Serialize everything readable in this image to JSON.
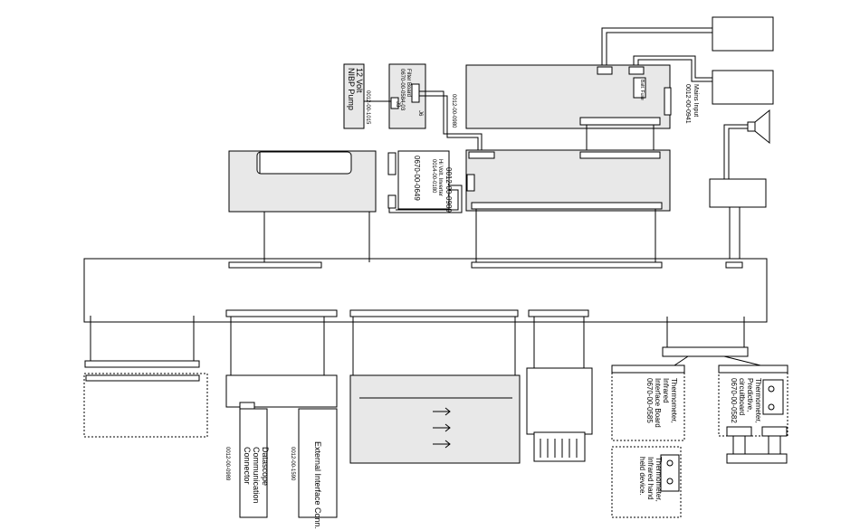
{
  "labels": {
    "nibp_pump": [
      "12 Volt",
      "NIBP Pump"
    ],
    "nibp_pump_part": "0012-00-1015",
    "filter_board": [
      "Filter Board",
      "0670-00-0584-03"
    ],
    "filter_j6": "J6",
    "filter_j3": "J3",
    "filter_cable_part": "0012-00-0980",
    "mains_input": [
      "Mains Input",
      "0012-00-0941"
    ],
    "batt_fuse": "Batt. Fuse",
    "hv_inverter": [
      "Hi Volt. Inverter",
      "0014-00-0180"
    ],
    "hv_inverter_part": "0670-00-0649",
    "inverter_cable_part": "0012-00-0989",
    "datascope_conn": [
      "Datascope",
      "Communication",
      "Connector"
    ],
    "datascope_part": "0012-00-0989",
    "external_conn": "External Interface Conn.",
    "external_part": "0012-00-1590",
    "thermo_ir_board": [
      "Thermometer,",
      "Infrared",
      "Interface Board",
      "0670-00-0585"
    ],
    "thermo_predictive": [
      "Thermometer,",
      "Predictive,",
      "circuitboard",
      "0670-00-0582"
    ],
    "thermo_ir_handheld": [
      "Thermometer,",
      "Infrared hand",
      "held device."
    ]
  },
  "colors": {
    "line": "#000000",
    "fill": "#e8e8e8",
    "white": "#ffffff"
  }
}
